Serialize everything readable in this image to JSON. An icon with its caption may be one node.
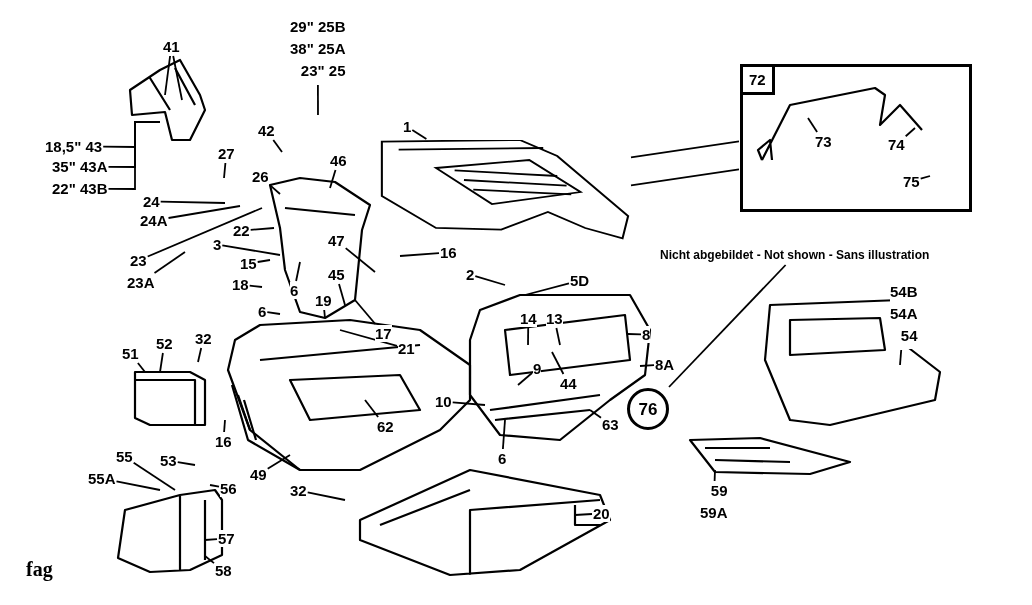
{
  "diagram": {
    "nodes": [
      {
        "text": [
          "41"
        ]
      },
      {
        "text": [
          "29\" 25B",
          "38\" 25A",
          "23\" 25"
        ]
      },
      {
        "text": [
          "72"
        ]
      },
      {
        "text": [
          "73"
        ],
        "in": 2
      },
      {
        "text": [
          "74"
        ],
        "in": 2
      },
      {
        "text": [
          "75"
        ],
        "in": 2
      },
      {
        "text": [
          "1"
        ]
      },
      {
        "text": [],
        "shape": "picture"
      },
      {
        "text": [
          "42"
        ]
      },
      {
        "text": [
          "18,5\" 43"
        ]
      },
      {
        "text": [
          "46"
        ]
      },
      {
        "text": [
          "35\" 43A"
        ]
      },
      {
        "text": [
          "27"
        ]
      },
      {
        "text": [
          "26"
        ]
      },
      {
        "text": [
          "22\" 43B"
        ]
      },
      {
        "text": [
          "24"
        ]
      },
      {
        "text": [
          "24A"
        ]
      },
      {
        "text": [
          "22"
        ]
      },
      {
        "text": [
          "3"
        ]
      },
      {
        "text": [
          "16"
        ]
      },
      {
        "text": [
          "47"
        ]
      },
      {
        "text": [
          "23"
        ]
      },
      {
        "text": [
          "15"
        ]
      },
      {
        "text": [
          "2"
        ]
      },
      {
        "text": [
          "6"
        ]
      },
      {
        "text": [
          "Nicht abgebildet - Not shown - Sans illustration"
        ]
      },
      {
        "text": [
          "45"
        ]
      },
      {
        "text": [
          "5D"
        ]
      },
      {
        "text": [
          "18"
        ]
      },
      {
        "text": [
          "23A"
        ]
      },
      {
        "text": [
          "54B",
          "54A",
          "54"
        ]
      },
      {
        "text": [
          "19"
        ]
      },
      {
        "text": [
          "6"
        ]
      },
      {
        "text": [
          "14"
        ]
      },
      {
        "text": [
          "13"
        ]
      },
      {
        "text": [
          "17"
        ]
      },
      {
        "text": [
          "8"
        ]
      },
      {
        "text": [
          "32"
        ]
      },
      {
        "text": [
          "52"
        ]
      },
      {
        "text": [
          "21"
        ]
      },
      {
        "text": [
          "51"
        ]
      },
      {
        "text": [
          "8A"
        ]
      },
      {
        "text": [
          "9"
        ]
      },
      {
        "text": [
          "44"
        ]
      },
      {
        "text": [
          "10"
        ]
      },
      {
        "text": [
          "76"
        ]
      },
      {
        "text": [
          "63"
        ]
      },
      {
        "text": [
          "62"
        ]
      },
      {
        "text": [
          "16"
        ]
      },
      {
        "text": [
          "55"
        ]
      },
      {
        "text": [
          "53"
        ]
      },
      {
        "text": [
          "6"
        ]
      },
      {
        "text": [
          "49"
        ]
      },
      {
        "text": [
          "55A"
        ]
      },
      {
        "text": [
          "56"
        ]
      },
      {
        "text": [
          "59",
          "59A"
        ]
      },
      {
        "text": [
          "32"
        ]
      },
      {
        "text": [
          "20"
        ]
      },
      {
        "text": [
          "57"
        ]
      },
      {
        "text": [
          "58"
        ]
      }
    ],
    "edges": [
      {
        "from": 0,
        "to": null,
        "arrow": "none"
      },
      {
        "from": 0,
        "to": null,
        "arrow": "none"
      },
      {
        "from": 1,
        "to": null,
        "arrow": "none"
      },
      {
        "from": 3,
        "to": null,
        "arrow": "none"
      },
      {
        "from": 4,
        "to": null,
        "arrow": "none"
      },
      {
        "from": 5,
        "to": null,
        "arrow": "none"
      },
      {
        "from": 6,
        "to": 7,
        "arrow": "none"
      },
      {
        "from": 7,
        "to": 2,
        "arrow": "none"
      },
      {
        "from": 7,
        "to": 2,
        "arrow": "none"
      },
      {
        "from": 8,
        "to": null,
        "arrow": "none"
      },
      {
        "from": 9,
        "to": null,
        "arrow": "none"
      },
      {
        "from": 10,
        "to": null,
        "arrow": "none"
      },
      {
        "from": 11,
        "to": null,
        "arrow": "none"
      },
      {
        "from": 12,
        "to": null,
        "arrow": "none"
      },
      {
        "from": 13,
        "to": null,
        "arrow": "none"
      },
      {
        "from": 14,
        "to": null,
        "arrow": "none"
      },
      {
        "from": 15,
        "to": null,
        "arrow": "none"
      },
      {
        "from": 16,
        "to": null,
        "arrow": "none"
      },
      {
        "from": 17,
        "to": null,
        "arrow": "none"
      },
      {
        "from": 18,
        "to": null,
        "arrow": "none"
      },
      {
        "from": 19,
        "to": null,
        "arrow": "none"
      },
      {
        "from": 20,
        "to": null,
        "arrow": "none"
      },
      {
        "from": 21,
        "to": null,
        "arrow": "none"
      },
      {
        "from": 22,
        "to": null,
        "arrow": "none"
      },
      {
        "from": 23,
        "to": null,
        "arrow": "none"
      },
      {
        "from": 24,
        "to": null,
        "arrow": "none"
      },
      {
        "from": 25,
        "to": 45,
        "arrow": "none"
      },
      {
        "from": 26,
        "to": null,
        "arrow": "none"
      },
      {
        "from": 27,
        "to": null,
        "arrow": "none"
      },
      {
        "from": 28,
        "to": null,
        "arrow": "none"
      },
      {
        "from": 29,
        "to": null,
        "arrow": "none"
      },
      {
        "from": 30,
        "to": null,
        "arrow": "none"
      },
      {
        "from": 31,
        "to": null,
        "arrow": "none"
      },
      {
        "from": 32,
        "to": null,
        "arrow": "none"
      },
      {
        "from": 33,
        "to": null,
        "arrow": "none"
      },
      {
        "from": 34,
        "to": null,
        "arrow": "none"
      },
      {
        "from": 35,
        "to": null,
        "arrow": "none"
      },
      {
        "from": 36,
        "to": null,
        "arrow": "none"
      },
      {
        "from": 37,
        "to": null,
        "arrow": "none"
      },
      {
        "from": 38,
        "to": null,
        "arrow": "none"
      },
      {
        "from": 39,
        "to": null,
        "arrow": "none"
      },
      {
        "from": 40,
        "to": null,
        "arrow": "none"
      },
      {
        "from": 41,
        "to": null,
        "arrow": "none"
      },
      {
        "from": 42,
        "to": null,
        "arrow": "none"
      },
      {
        "from": 43,
        "to": null,
        "arrow": "none"
      },
      {
        "from": 44,
        "to": null,
        "arrow": "none"
      },
      {
        "from": 46,
        "to": null,
        "arrow": "none"
      },
      {
        "from": 47,
        "to": null,
        "arrow": "none"
      },
      {
        "from": 48,
        "to": null,
        "arrow": "none"
      },
      {
        "from": 49,
        "to": null,
        "arrow": "none"
      },
      {
        "from": 50,
        "to": null,
        "arrow": "none"
      },
      {
        "from": 51,
        "to": null,
        "arrow": "none"
      },
      {
        "from": 52,
        "to": null,
        "arrow": "none"
      },
      {
        "from": 53,
        "to": null,
        "arrow": "none"
      },
      {
        "from": 54,
        "to": null,
        "arrow": "none"
      },
      {
        "from": 55,
        "to": null,
        "arrow": "none"
      },
      {
        "from": 56,
        "to": null,
        "arrow": "none"
      },
      {
        "from": 57,
        "to": null,
        "arrow": "none"
      },
      {
        "from": 58,
        "to": null,
        "arrow": "none"
      },
      {
        "from": 59,
        "to": null,
        "arrow": "none"
      }
    ],
    "labels": [
      "fag"
    ]
  }
}
